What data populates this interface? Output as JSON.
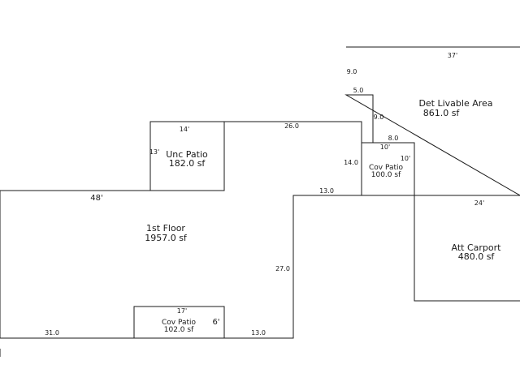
{
  "rooms": {
    "first_floor": {
      "name": "1st Floor",
      "area": "1957.0 sf"
    },
    "unc_patio": {
      "name": "Unc Patio",
      "area": "182.0 sf"
    },
    "cov_patio_upper": {
      "name": "Cov Patio",
      "area": "100.0 sf"
    },
    "cov_patio_lower": {
      "name": "Cov Patio",
      "area": "102.0 sf"
    },
    "det_livable": {
      "name": "Det Livable Area",
      "area": "861.0 sf"
    },
    "att_carport": {
      "name": "Att Carport",
      "area": "480.0 sf"
    }
  },
  "dimensions": {
    "first_floor_top": "48'",
    "unc_patio_width": "14'",
    "unc_patio_height": "13'",
    "top_run": "26.0",
    "right_step": "14.0",
    "step_run": "13.0",
    "right_drop": "27.0",
    "bottom_left": "31.0",
    "bottom_right": "13.0",
    "cov_patio_lower_width": "17'",
    "cov_patio_lower_depth": "6'",
    "cov_patio_upper_width": "10'",
    "cov_patio_upper_depth": "10'",
    "det_top": "37'",
    "det_left_upper": "9.0",
    "det_notch": "5.0",
    "det_left_lower": "9.0",
    "det_step": "8.0",
    "carport_top": "24'"
  }
}
